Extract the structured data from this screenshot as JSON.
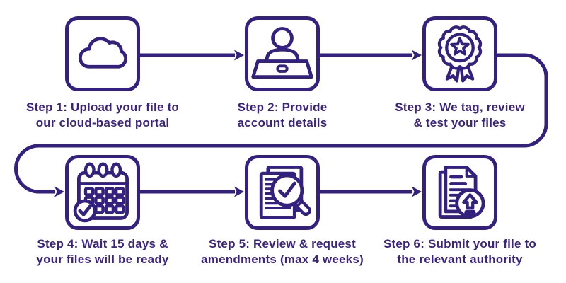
{
  "colors": {
    "ink": "#33207f",
    "text_ink": "#3b2383",
    "background": "#ffffff"
  },
  "steps": [
    {
      "name": "step-1",
      "icon": "cloud-icon",
      "caption_line1": "Step 1: Upload your file to",
      "caption_line2": "our cloud-based portal"
    },
    {
      "name": "step-2",
      "icon": "person-at-laptop-icon",
      "caption_line1": "Step 2: Provide",
      "caption_line2": "account details"
    },
    {
      "name": "step-3",
      "icon": "award-rosette-star-icon",
      "caption_line1": "Step 3: We tag, review",
      "caption_line2": "& test your files"
    },
    {
      "name": "step-4",
      "icon": "calendar-check-icon",
      "caption_line1": "Step 4: Wait 15 days &",
      "caption_line2": "your files will be ready"
    },
    {
      "name": "step-5",
      "icon": "document-magnifier-check-icon",
      "caption_line1": "Step 5: Review & request",
      "caption_line2": "amendments (max 4 weeks)"
    },
    {
      "name": "step-6",
      "icon": "document-upload-icon",
      "caption_line1": "Step 6: Submit your file to",
      "caption_line2": "the relevant authority"
    }
  ]
}
